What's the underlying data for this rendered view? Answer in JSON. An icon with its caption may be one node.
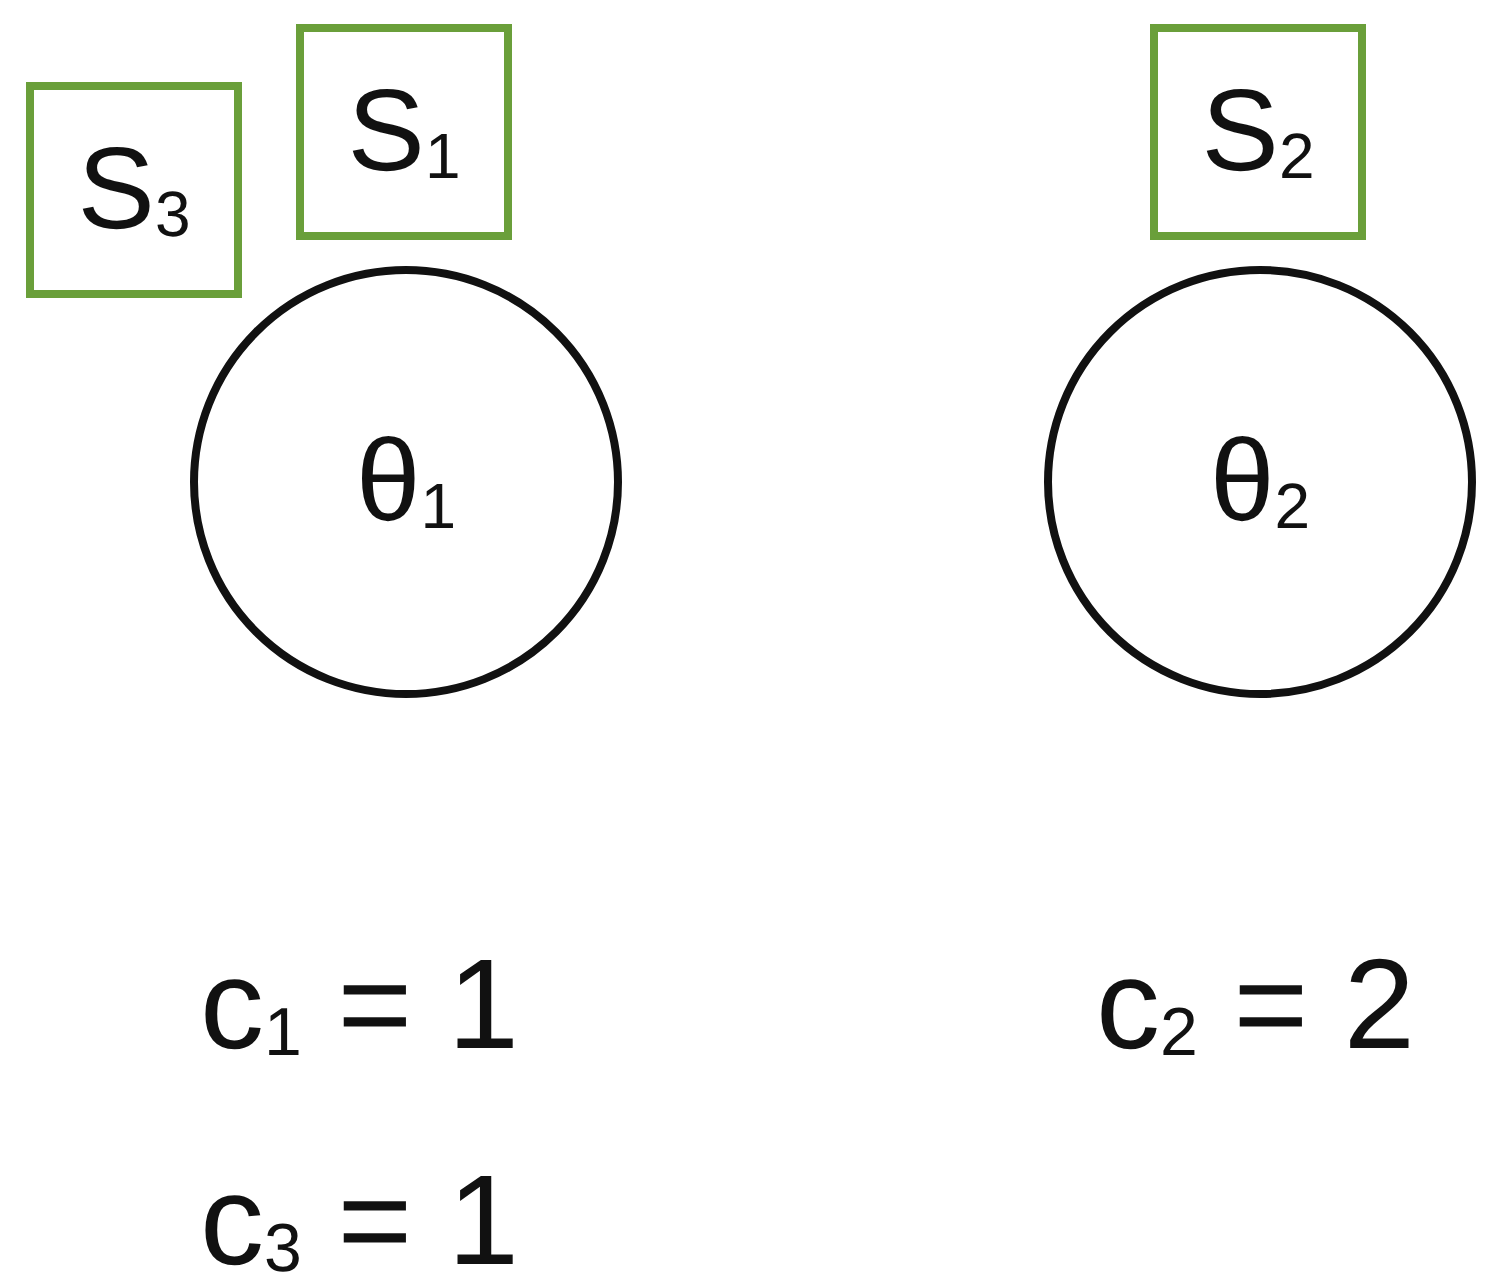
{
  "diagram": {
    "nodes": [
      {
        "text": [
          "S$_{3}$"
        ]
      },
      {
        "text": [
          "S$_{1}$"
        ]
      },
      {
        "text": [
          "S$_{2}$"
        ]
      },
      {
        "text": [
          "θ$_{1}$"
        ]
      },
      {
        "text": [
          "θ$_{2}$"
        ]
      }
    ],
    "labels": [
      "c$_{1}$ = 1",
      "c$_{2}$ = 2",
      "c$_{3}$ = 1"
    ]
  }
}
